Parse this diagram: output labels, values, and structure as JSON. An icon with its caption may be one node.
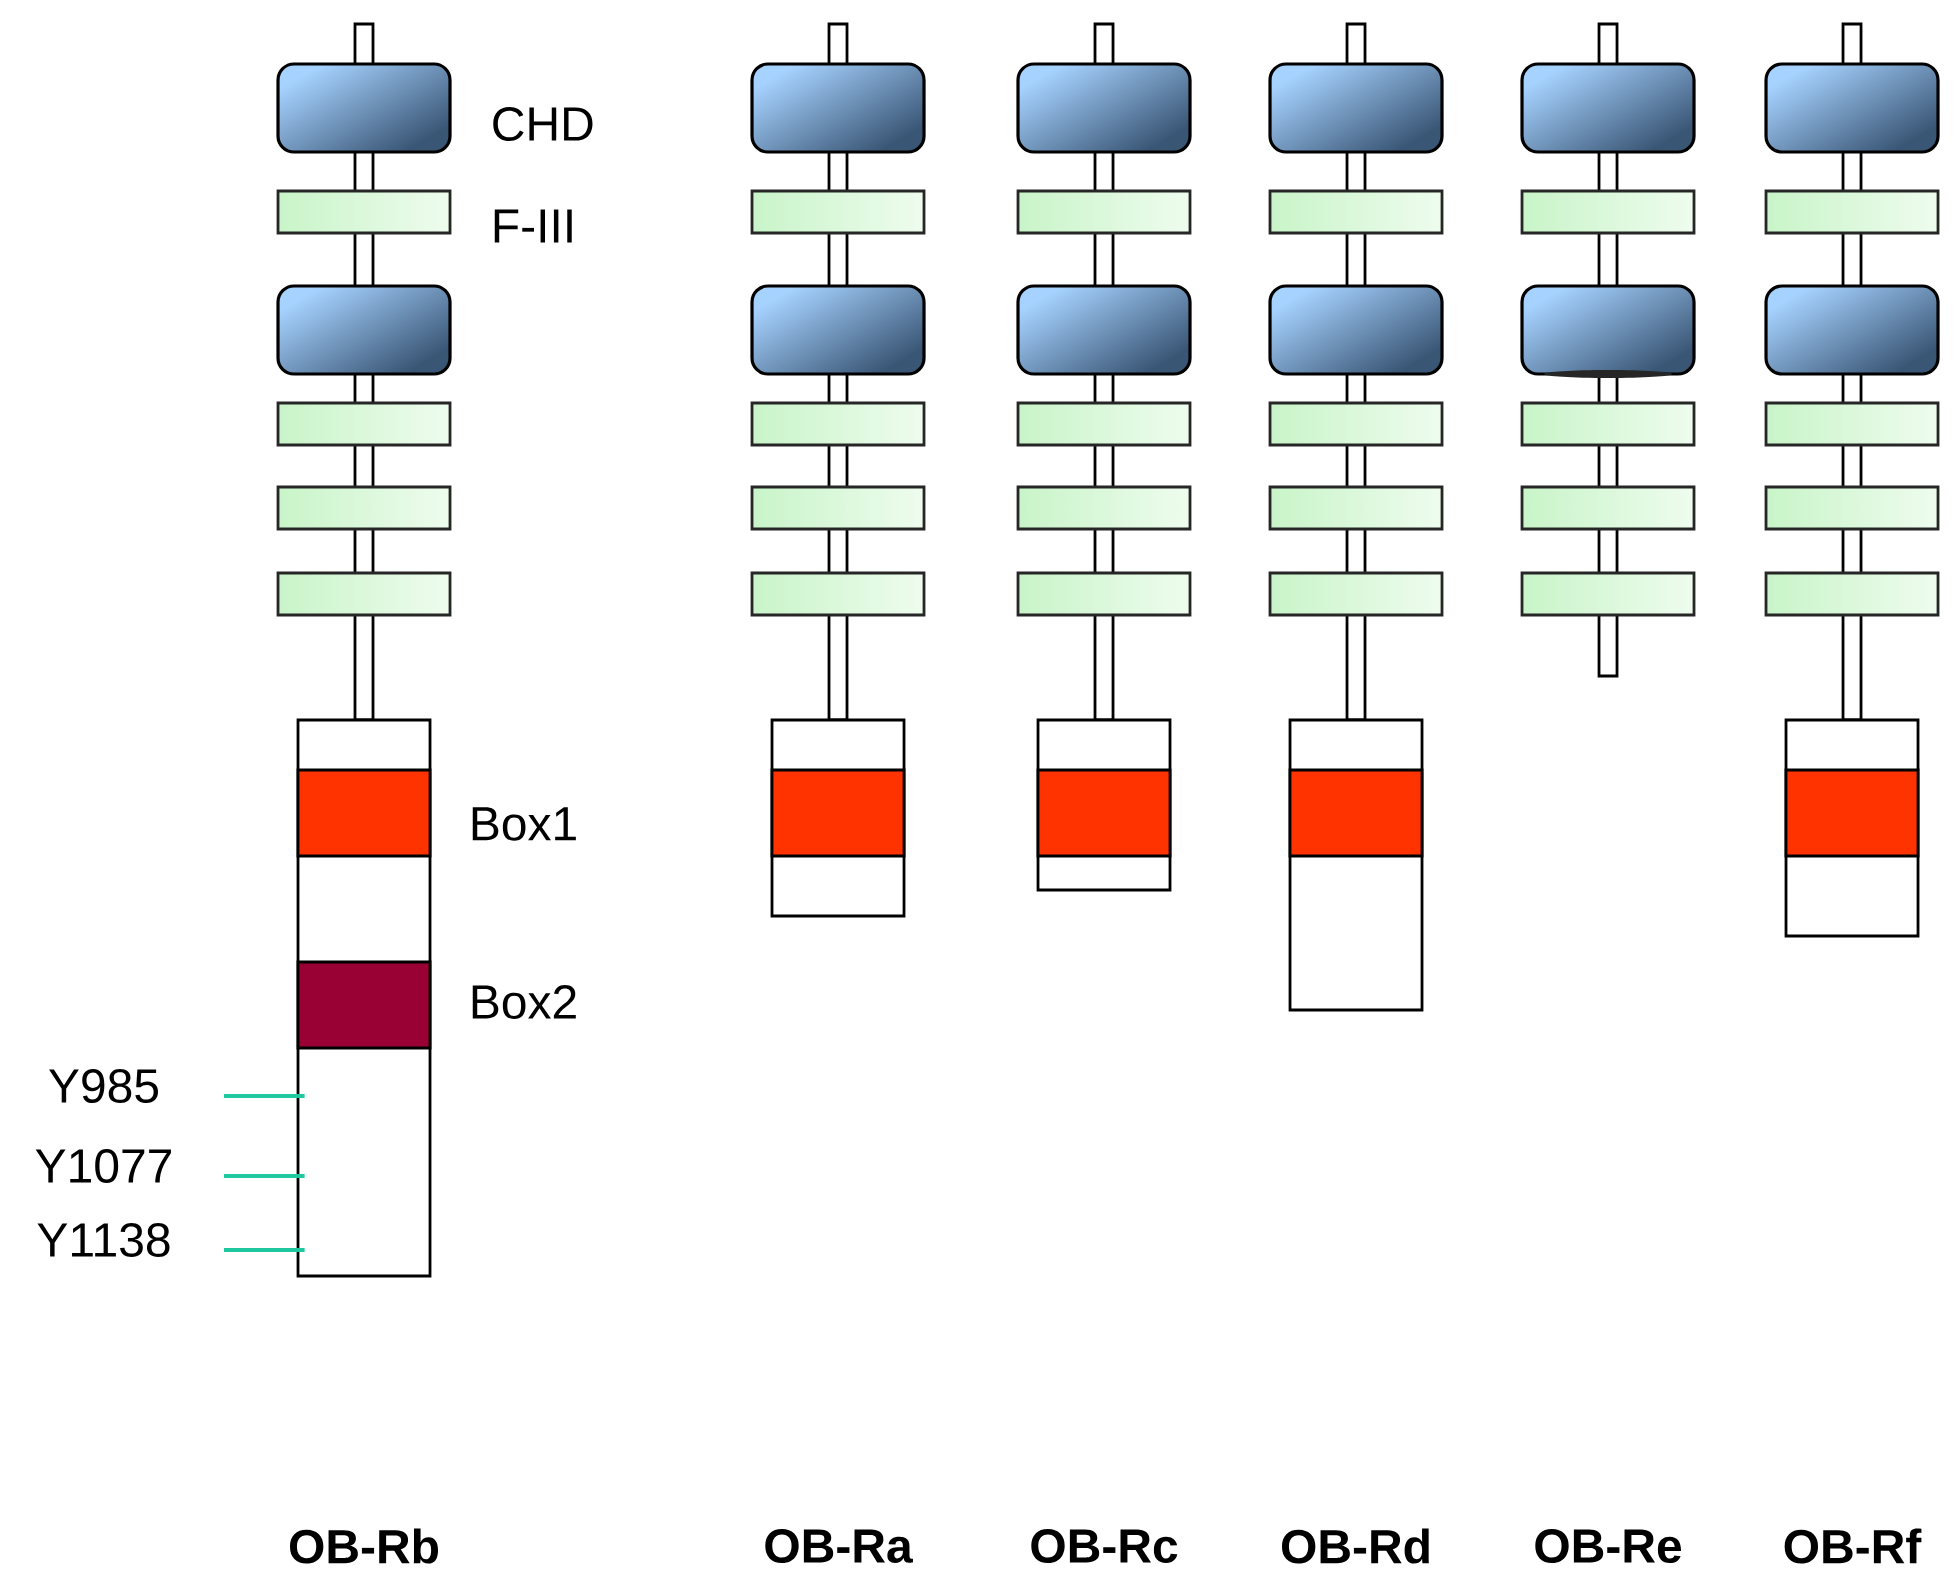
{
  "diagram": {
    "nodes": [
      {
        "text": [
          "CHD"
        ]
      },
      {
        "text": [
          "F-III"
        ]
      },
      {
        "text": [],
        "shape": "box"
      },
      {
        "text": [],
        "shape": "bar"
      },
      {
        "text": [],
        "shape": "bar"
      },
      {
        "text": [],
        "shape": "bar"
      },
      {
        "text": [],
        "shape": "bar"
      },
      {
        "text": [
          "Box1"
        ],
        "in": 6
      },
      {
        "text": [
          "Box2"
        ],
        "in": 6
      },
      {
        "text": [
          "Y985"
        ]
      },
      {
        "text": [
          "Y1077"
        ]
      },
      {
        "text": [
          "Y1138"
        ]
      },
      {
        "text": [],
        "shape": "box"
      },
      {
        "text": [],
        "shape": "bar"
      },
      {
        "text": [],
        "shape": "box"
      },
      {
        "text": [],
        "shape": "bar"
      },
      {
        "text": [],
        "shape": "bar"
      },
      {
        "text": [],
        "shape": "bar"
      },
      {
        "text": [],
        "shape": "bar"
      },
      {
        "text": [],
        "shape": "bar",
        "in": 18
      },
      {
        "text": [],
        "shape": "box"
      },
      {
        "text": [],
        "shape": "bar"
      },
      {
        "text": [],
        "shape": "box"
      },
      {
        "text": [],
        "shape": "bar"
      },
      {
        "text": [],
        "shape": "bar"
      },
      {
        "text": [],
        "shape": "bar"
      },
      {
        "text": [],
        "shape": "bar"
      },
      {
        "text": [],
        "shape": "bar",
        "in": 26
      },
      {
        "text": [],
        "shape": "box"
      },
      {
        "text": [],
        "shape": "bar"
      },
      {
        "text": [],
        "shape": "box"
      },
      {
        "text": [],
        "shape": "bar"
      },
      {
        "text": [],
        "shape": "bar"
      },
      {
        "text": [],
        "shape": "bar"
      },
      {
        "text": [],
        "shape": "bar"
      },
      {
        "text": [],
        "shape": "bar",
        "in": 34
      },
      {
        "text": [],
        "shape": "box"
      },
      {
        "text": [],
        "shape": "bar"
      },
      {
        "text": [],
        "shape": "box"
      },
      {
        "text": [],
        "shape": "bar"
      },
      {
        "text": [],
        "shape": "bar"
      },
      {
        "text": [],
        "shape": "bar"
      },
      {
        "text": [],
        "shape": "box"
      },
      {
        "text": [],
        "shape": "bar"
      },
      {
        "text": [],
        "shape": "box"
      },
      {
        "text": [],
        "shape": "bar"
      },
      {
        "text": [],
        "shape": "bar"
      },
      {
        "text": [],
        "shape": "bar"
      },
      {
        "text": [],
        "shape": "bar"
      },
      {
        "text": [],
        "shape": "bar",
        "in": 48
      }
    ],
    "edges": [
      {
        "from": 9,
        "to": 6,
        "arrow": "none",
        "color": "#20c8a0"
      },
      {
        "from": 10,
        "to": 6,
        "arrow": "none",
        "color": "#20c8a0"
      },
      {
        "from": 11,
        "to": 6,
        "arrow": "none",
        "color": "#20c8a0"
      }
    ],
    "labels": [
      "OB-Rb",
      "OB-Ra",
      "OB-Rc",
      "OB-Rd",
      "OB-Re",
      "OB-Rf"
    ]
  }
}
